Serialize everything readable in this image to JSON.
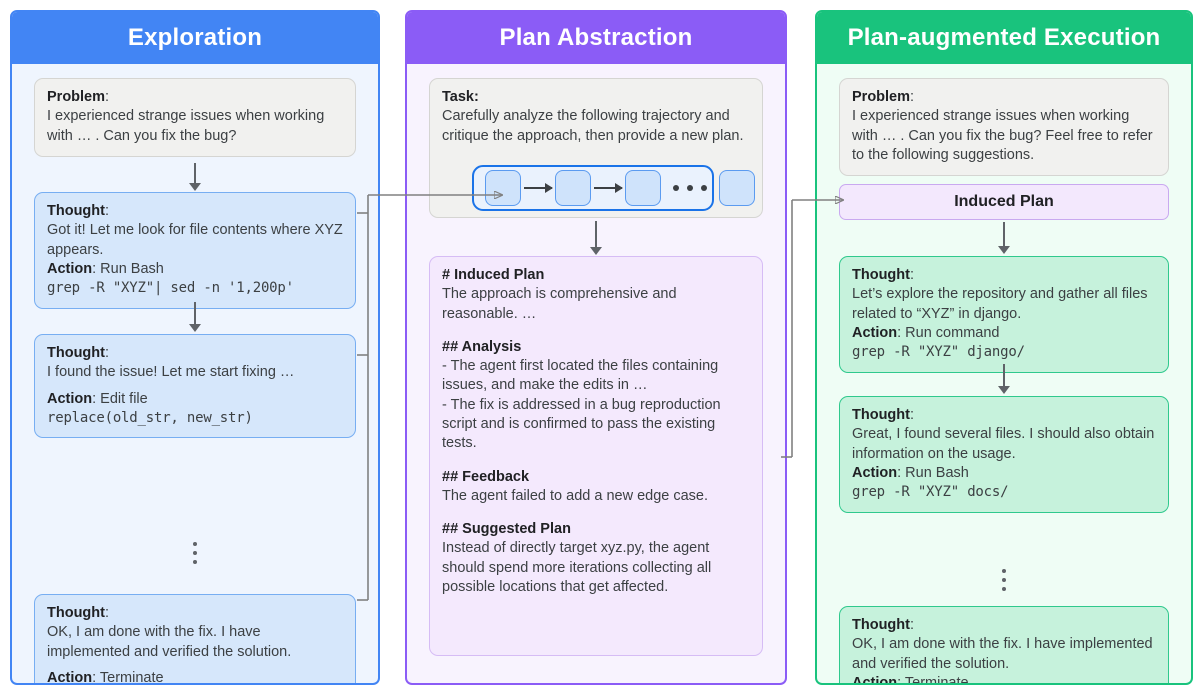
{
  "columns": {
    "exploration": {
      "title": "Exploration",
      "accent": "#4285F4",
      "problem": {
        "label": "Problem",
        "text": "I experienced strange issues when working with … . Can you fix the bug?"
      },
      "steps": [
        {
          "thought_label": "Thought",
          "thought_text": "Got it! Let me look for file contents where XYZ appears.",
          "action_label": "Action",
          "action_text": "Run Bash",
          "code": "grep -R \"XYZ\"| sed -n '1,200p'"
        },
        {
          "thought_label": "Thought",
          "thought_text": "I found the issue! Let me start fixing …",
          "action_label": "Action",
          "action_text": "Edit file",
          "code": "replace(old_str, new_str)"
        },
        {
          "thought_label": "Thought",
          "thought_text": "OK, I am done with the fix. I have implemented and verified the solution.",
          "action_label": "Action",
          "action_text": "Terminate",
          "code": ""
        }
      ]
    },
    "plan_abstraction": {
      "title": "Plan Abstraction",
      "accent": "#8B5CF6",
      "task": {
        "label": "Task:",
        "text": "Carefully analyze the following trajectory and critique the approach, then provide a new plan."
      },
      "trajectory": {
        "node_count": 4,
        "ellipsis": "• • •"
      },
      "plan": {
        "h1": "# Induced Plan",
        "h1_body": "The approach is comprehensive and reasonable. …",
        "h2_analysis": "## Analysis",
        "analysis_items": [
          "- The agent first located the files containing issues, and make the edits in …",
          "- The fix is addressed in a bug reproduction script and is confirmed to pass the existing tests."
        ],
        "h2_feedback": "## Feedback",
        "feedback_body": "The agent failed to add a new edge case.",
        "h2_suggested": "## Suggested Plan",
        "suggested_body": "Instead of directly target xyz.py, the agent should spend more iterations collecting all possible locations that get affected."
      }
    },
    "execution": {
      "title": "Plan-augmented Execution",
      "accent": "#19C37D",
      "problem": {
        "label": "Problem",
        "text": "I experienced strange issues when working with … . Can you fix the bug? Feel free to refer to the following suggestions."
      },
      "induced_plan_bar": "Induced Plan",
      "steps": [
        {
          "thought_label": "Thought",
          "thought_text": "Let’s explore the repository and gather all files related to “XYZ” in django.",
          "action_label": "Action",
          "action_text": "Run command",
          "code": "grep -R \"XYZ\" django/"
        },
        {
          "thought_label": "Thought",
          "thought_text": "Great, I found several files. I should also obtain information on the usage.",
          "action_label": "Action",
          "action_text": "Run Bash",
          "code": "grep -R \"XYZ\" docs/"
        },
        {
          "thought_label": "Thought",
          "thought_text": "OK, I am done with the fix. I have implemented and verified the solution.",
          "action_label": "Action",
          "action_text": "Terminate",
          "code": ""
        }
      ]
    }
  }
}
